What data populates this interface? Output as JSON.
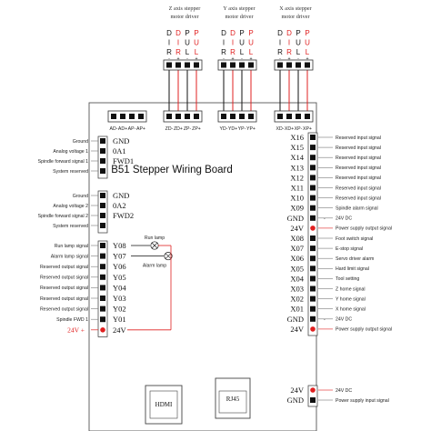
{
  "board": {
    "title": "B51 Stepper Wiring Board",
    "hdmi_label": "HDMI",
    "rj45_label": "RJ45"
  },
  "drivers": [
    {
      "header": "Z axis stepper motor driver",
      "letters": [
        "D",
        "I",
        "R",
        "D",
        "I",
        "R",
        "P",
        "U",
        "L",
        "P",
        "U",
        "L"
      ],
      "polarity": [
        "-",
        "+",
        "-",
        "+"
      ]
    },
    {
      "header": "Y axis stepper motor driver",
      "letters": [
        "D",
        "I",
        "R",
        "D",
        "I",
        "R",
        "P",
        "U",
        "L",
        "P",
        "U",
        "L"
      ],
      "polarity": [
        "-",
        "+",
        "-",
        "+"
      ]
    },
    {
      "header": "X axis stepper motor driver",
      "letters": [
        "D",
        "I",
        "R",
        "D",
        "I",
        "R",
        "P",
        "U",
        "L",
        "P",
        "U",
        "L"
      ],
      "polarity": [
        "-",
        "+",
        "-",
        "+"
      ]
    }
  ],
  "top_connectors": [
    {
      "pins": [
        "AD-",
        "AD+",
        "AP-",
        "AP+"
      ]
    },
    {
      "pins": [
        "ZD-",
        "ZD+",
        "ZP-",
        "ZP+"
      ]
    },
    {
      "pins": [
        "YD-",
        "YD+",
        "YP-",
        "YP+"
      ]
    },
    {
      "pins": [
        "XD-",
        "XD+",
        "XP-",
        "XP+"
      ]
    }
  ],
  "left_inputs_1": [
    {
      "pin": "GND",
      "desc": "Ground"
    },
    {
      "pin": "0A1",
      "desc": "Analog voltage 1"
    },
    {
      "pin": "FWD1",
      "desc": "Spindle forward signal 1"
    },
    {
      "pin": "",
      "desc": "System reserved"
    }
  ],
  "left_inputs_2": [
    {
      "pin": "GND",
      "desc": "Ground"
    },
    {
      "pin": "0A2",
      "desc": "Analog voltage 2"
    },
    {
      "pin": "FWD2",
      "desc": "Spindle forward signal 2"
    },
    {
      "pin": "",
      "desc": "System reserved"
    }
  ],
  "left_outputs": [
    {
      "pin": "Y08",
      "desc": "Run lamp signal",
      "red": false
    },
    {
      "pin": "Y07",
      "desc": "Alarm lamp signal",
      "red": false
    },
    {
      "pin": "Y06",
      "desc": "Reserved output signal",
      "red": false
    },
    {
      "pin": "Y05",
      "desc": "Reserved output signal",
      "red": false
    },
    {
      "pin": "Y04",
      "desc": "Reserved output signal",
      "red": false
    },
    {
      "pin": "Y03",
      "desc": "Reserved output signal",
      "red": false
    },
    {
      "pin": "Y02",
      "desc": "Reserved output signal",
      "red": false
    },
    {
      "pin": "Y01",
      "desc": "Spindle FWD 1",
      "red": false
    },
    {
      "pin": "24V",
      "desc": "24V +",
      "red": true
    }
  ],
  "lamps": {
    "run": "Run lamp",
    "alarm": "Alarm lamp"
  },
  "right_inputs": [
    {
      "pin": "X16",
      "desc": "Reserved input signal",
      "red": false
    },
    {
      "pin": "X15",
      "desc": "Reserved input signal",
      "red": false
    },
    {
      "pin": "X14",
      "desc": "Reserved input signal",
      "red": false
    },
    {
      "pin": "X13",
      "desc": "Reserved input signal",
      "red": false
    },
    {
      "pin": "X12",
      "desc": "Reserved input signal",
      "red": false
    },
    {
      "pin": "X11",
      "desc": "Reserved input signal",
      "red": false
    },
    {
      "pin": "X10",
      "desc": "Reserved input signal",
      "red": false
    },
    {
      "pin": "X09",
      "desc": "Spindle alarm signal",
      "red": false
    },
    {
      "pin": "GND",
      "desc": "24V DC",
      "red": false
    },
    {
      "pin": "24V",
      "desc": "Power supply output signal",
      "red": true
    },
    {
      "pin": "X08",
      "desc": "Foot switch signal",
      "red": false
    },
    {
      "pin": "X07",
      "desc": "E-stop signal",
      "red": false
    },
    {
      "pin": "X06",
      "desc": "Servo driver alarm",
      "red": false
    },
    {
      "pin": "X05",
      "desc": "Hard limit signal",
      "red": false
    },
    {
      "pin": "X04",
      "desc": "Tool setting",
      "red": false
    },
    {
      "pin": "X03",
      "desc": "Z home signal",
      "red": false
    },
    {
      "pin": "X02",
      "desc": "Y home signal",
      "red": false
    },
    {
      "pin": "X01",
      "desc": "X home signal",
      "red": false
    },
    {
      "pin": "GND",
      "desc": "24V DC",
      "red": false
    },
    {
      "pin": "24V",
      "desc": "Power supply output signal",
      "red": true
    }
  ],
  "power_inputs": [
    {
      "pin": "24V",
      "desc": "24V DC",
      "red": true
    },
    {
      "pin": "GND",
      "desc": "Power supply input signal",
      "red": false
    }
  ],
  "colors": {
    "red": "#e02020",
    "black": "#111111",
    "gray": "#8a8a8a"
  }
}
